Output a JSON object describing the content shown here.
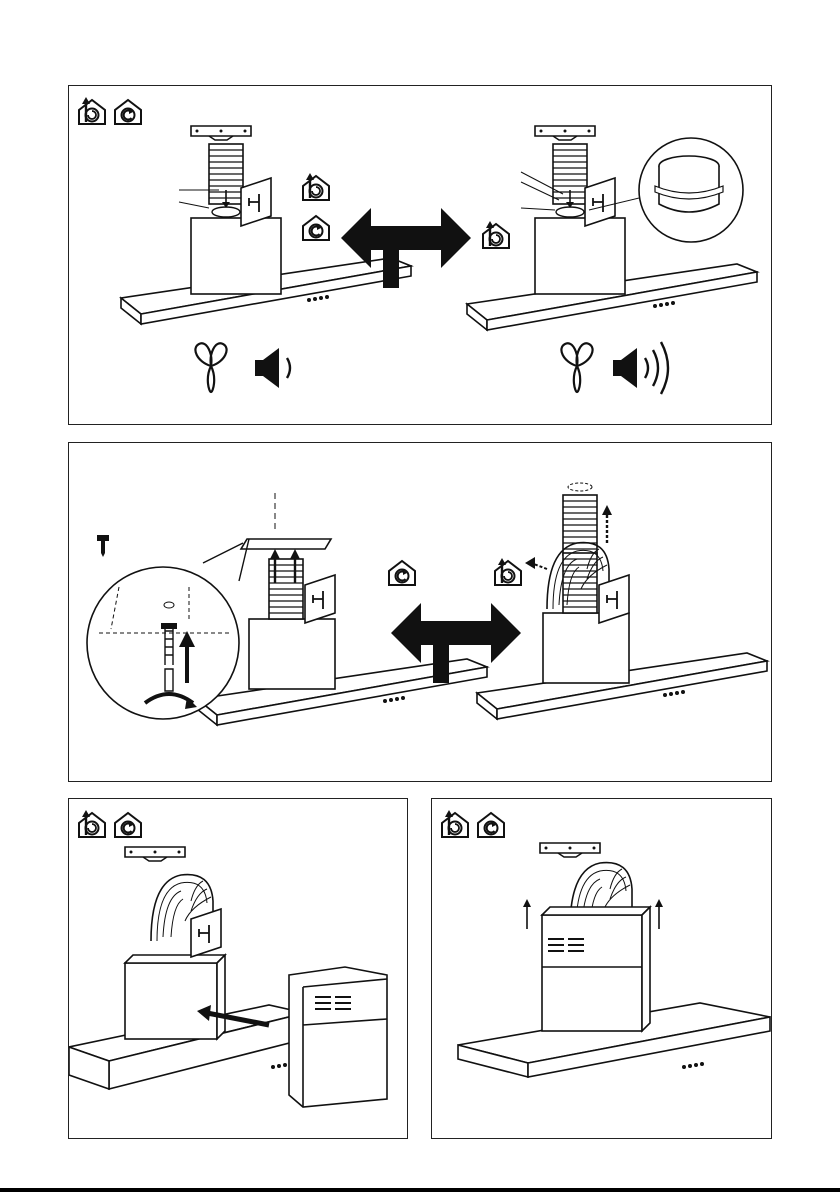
{
  "page": {
    "panels": [
      {
        "id": "panel-mode-choice",
        "icons": [
          "extraction-house-icon",
          "recirculation-house-icon"
        ]
      },
      {
        "id": "panel-duct-fixing",
        "icons": [
          "screw-icon",
          "recirculation-house-icon",
          "extraction-house-icon"
        ]
      },
      {
        "id": "panel-fit-chimney",
        "icons": [
          "extraction-house-icon",
          "recirculation-house-icon"
        ]
      },
      {
        "id": "panel-raise-chimney",
        "icons": [
          "extraction-house-icon",
          "recirculation-house-icon"
        ]
      }
    ],
    "symbols": [
      "fan-icon",
      "speaker-low-icon",
      "speaker-high-icon",
      "fork-arrow-icon"
    ],
    "colors": {
      "line": "#1a1a1a",
      "fill": "#ffffff",
      "shade": "#e6e6e6"
    }
  }
}
